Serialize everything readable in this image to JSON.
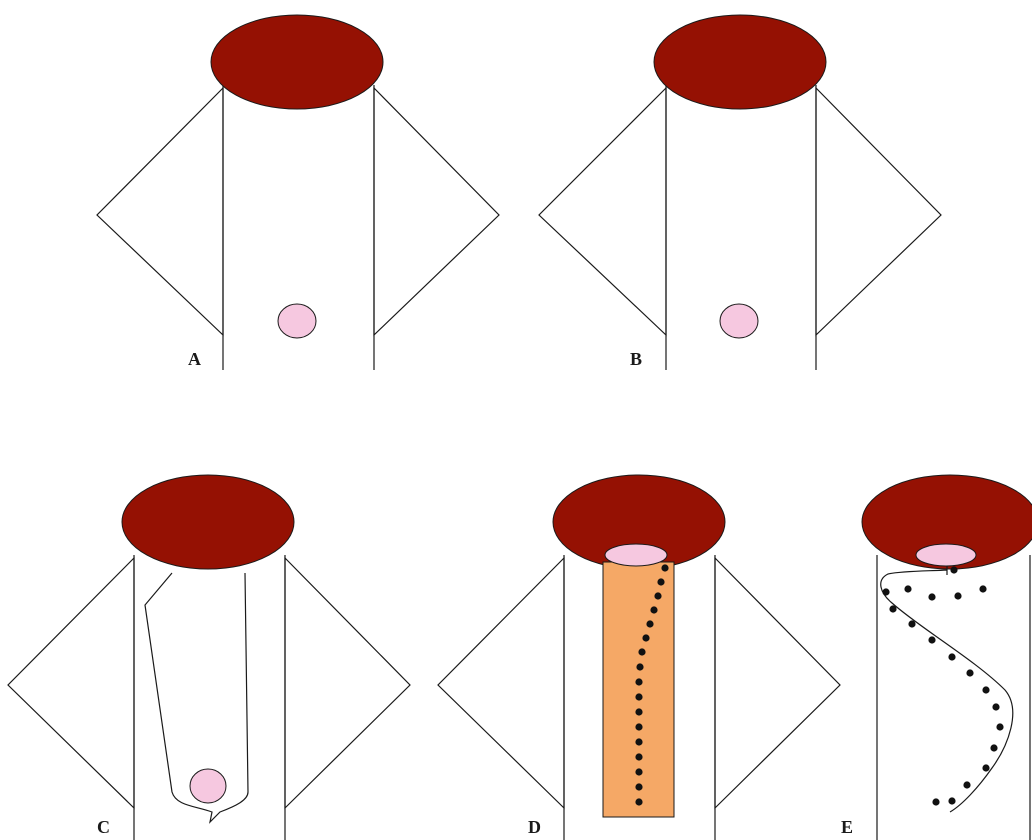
{
  "figure": {
    "panels": [
      {
        "id": "A",
        "label": "A"
      },
      {
        "id": "B",
        "label": "B"
      },
      {
        "id": "C",
        "label": "C"
      },
      {
        "id": "D",
        "label": "D"
      },
      {
        "id": "E",
        "label": "E"
      }
    ]
  },
  "colors": {
    "glans": "#951103",
    "meatus": "#f6c8e0",
    "graft": "#f5a866",
    "line": "#1a1a1a",
    "suture": "#111111",
    "background": "#ffffff"
  }
}
